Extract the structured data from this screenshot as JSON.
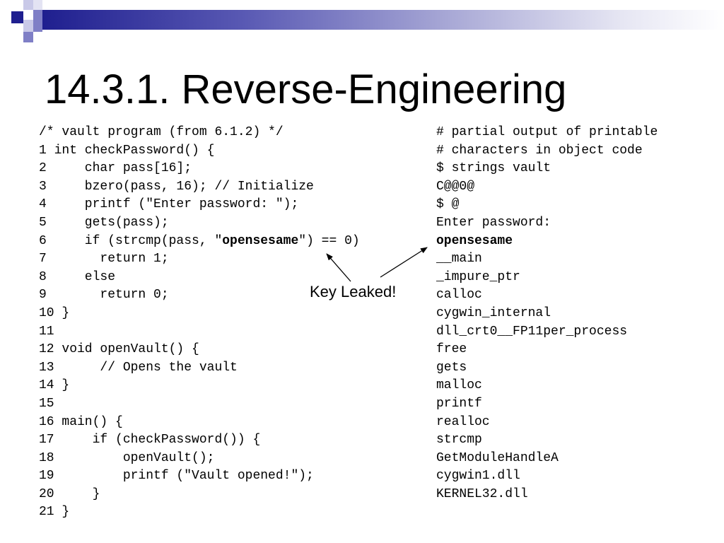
{
  "title": "14.3.1. Reverse-Engineering",
  "left_code": [
    {
      "text": "/* vault program (from 6.1.2) */"
    },
    {
      "text": "1 int checkPassword() {"
    },
    {
      "text": "2     char pass[16];"
    },
    {
      "text": "3     bzero(pass, 16); // Initialize"
    },
    {
      "text": "4     printf (\"Enter password: \");"
    },
    {
      "text": "5     gets(pass);"
    },
    {
      "text": "6     if (strcmp(pass, \"",
      "bold": "opensesame",
      "post": "\") == 0)"
    },
    {
      "text": "7       return 1;"
    },
    {
      "text": "8     else"
    },
    {
      "text": "9       return 0;"
    },
    {
      "text": "10 }"
    },
    {
      "text": "11"
    },
    {
      "text": "12 void openVault() {"
    },
    {
      "text": "13      // Opens the vault"
    },
    {
      "text": "14 }"
    },
    {
      "text": "15"
    },
    {
      "text": "16 main() {"
    },
    {
      "text": "17     if (checkPassword()) {"
    },
    {
      "text": "18         openVault();"
    },
    {
      "text": "19         printf (\"Vault opened!\");"
    },
    {
      "text": "20     }"
    },
    {
      "text": "21 }"
    }
  ],
  "right_code": [
    {
      "text": "# partial output of printable"
    },
    {
      "text": "# characters in object code"
    },
    {
      "text": "$ strings vault"
    },
    {
      "text": "C@@0@"
    },
    {
      "text": "$ @"
    },
    {
      "text": "Enter password:"
    },
    {
      "text": "",
      "bold": "opensesame"
    },
    {
      "text": "__main"
    },
    {
      "text": "_impure_ptr"
    },
    {
      "text": "calloc"
    },
    {
      "text": "cygwin_internal"
    },
    {
      "text": "dll_crt0__FP11per_process"
    },
    {
      "text": "free"
    },
    {
      "text": "gets"
    },
    {
      "text": "malloc"
    },
    {
      "text": "printf"
    },
    {
      "text": "realloc"
    },
    {
      "text": "strcmp"
    },
    {
      "text": "GetModuleHandleA"
    },
    {
      "text": "cygwin1.dll"
    },
    {
      "text": "KERNEL32.dll"
    }
  ],
  "annotation": "Key Leaked!",
  "colors": {
    "deco_dark": "#1f1f8f",
    "deco_mid": "#7f7fc6",
    "deco_light": "#c9c9e8",
    "text": "#000000"
  }
}
